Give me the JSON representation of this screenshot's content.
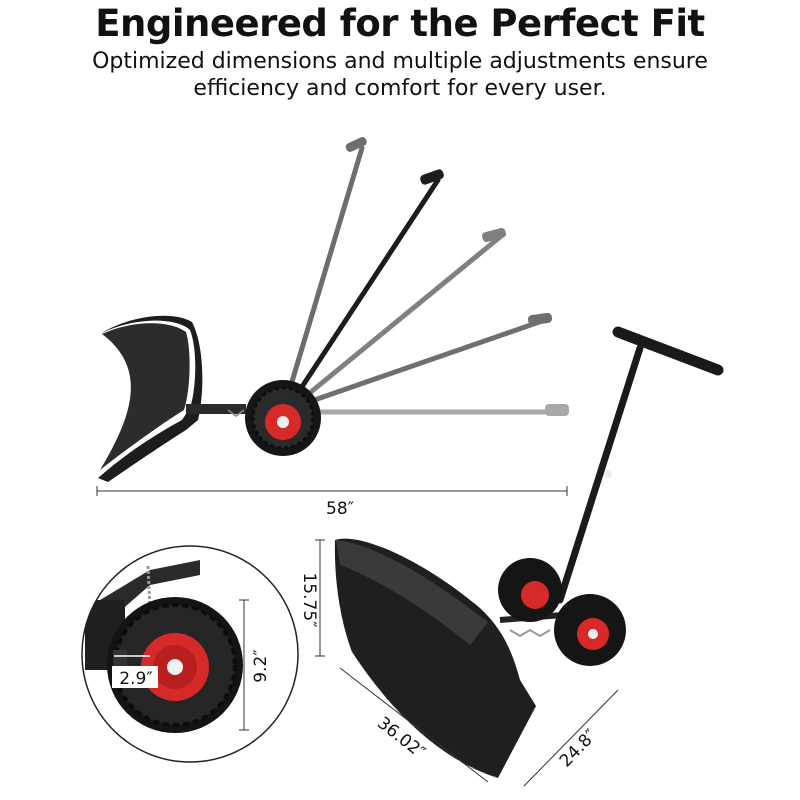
{
  "header": {
    "title": "Engineered for the Perfect Fit",
    "subtitle": "Optimized dimensions and multiple adjustments ensure efficiency and comfort for every user."
  },
  "dimensions": {
    "overall_length": "58″",
    "blade_height": "15.75″",
    "blade_width": "36.02″",
    "blade_depth": "24.8″",
    "wheel_diameter": "9.2″",
    "wheel_width": "2.9″"
  },
  "colors": {
    "accent_red": "#d62a2a",
    "tire": "#1a1a1a",
    "steel": "#222222"
  }
}
